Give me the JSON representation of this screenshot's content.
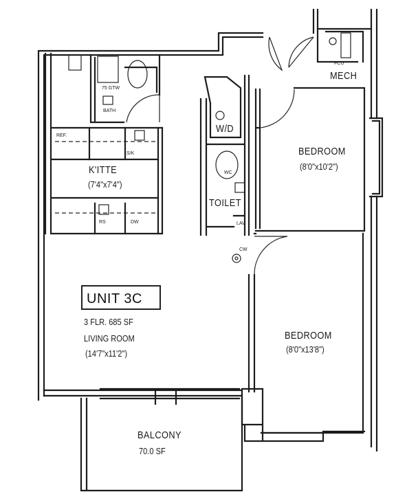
{
  "unit": {
    "name": "UNIT 3C",
    "floor_area": "3 FLR. 685 SF"
  },
  "rooms": {
    "living": {
      "name": "LIVING ROOM",
      "dims": "(14'7\"x11'2\")"
    },
    "bedroom1": {
      "name": "BEDROOM",
      "dims": "(8'0\"x10'2\")"
    },
    "bedroom2": {
      "name": "BEDROOM",
      "dims": "(8'0\"x13'8\")"
    },
    "kitchen": {
      "name": "K'ITTE",
      "dims": "(7'4\"x7'4\")"
    },
    "balcony": {
      "name": "BALCONY",
      "area": "70.0 SF"
    },
    "toilet": {
      "name": "TOILET"
    },
    "mech": {
      "name": "MECH"
    },
    "laundry": {
      "name": "W/D"
    }
  },
  "fixtures": {
    "refrigerator": "REF.",
    "sink": "S/K",
    "dishwasher": "DW",
    "range": "RS",
    "water_heater": "75 GTW",
    "bath": "BATH",
    "fan_coil": "FCU",
    "closet": "CW",
    "lav": "LAV",
    "wc": "WC"
  }
}
